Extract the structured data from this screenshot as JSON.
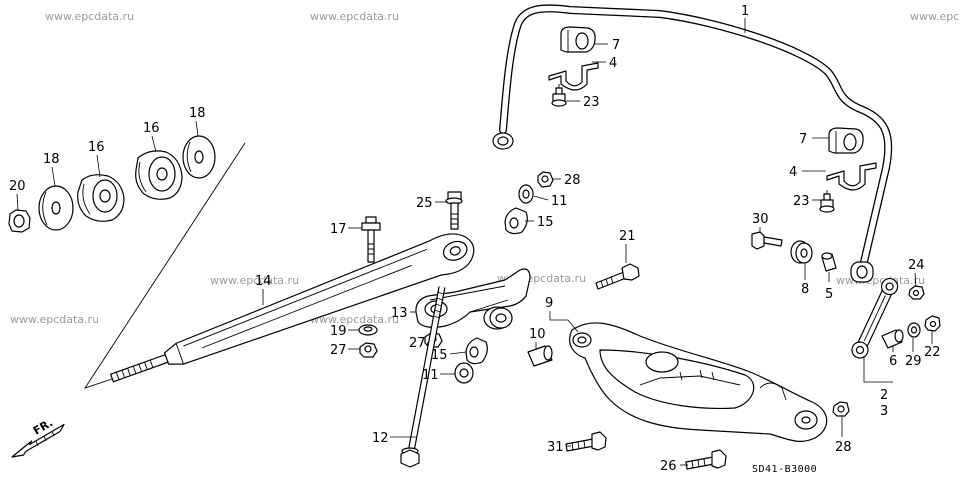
{
  "diagram": {
    "code": "SD41-B3000",
    "direction_label": "FR."
  },
  "watermarks": [
    "www.epcdata.ru",
    "www.epcdata.ru",
    "www.epc",
    "www.epcdata.ru",
    "www.epcdata.ru",
    "www.epcdata.ru",
    "www.epcdata.ru",
    "www.epcdata.ru"
  ],
  "callouts": [
    "1",
    "7",
    "4",
    "23",
    "7",
    "4",
    "23",
    "18",
    "16",
    "16",
    "18",
    "20",
    "28",
    "11",
    "25",
    "15",
    "17",
    "21",
    "30",
    "14",
    "8",
    "5",
    "24",
    "9",
    "13",
    "10",
    "19",
    "27",
    "27",
    "15",
    "11",
    "6",
    "29",
    "22",
    "2",
    "3",
    "12",
    "31",
    "26",
    "28"
  ],
  "colors": {
    "line": "#000000",
    "watermark": "#9a9a9a",
    "background": "#ffffff"
  }
}
